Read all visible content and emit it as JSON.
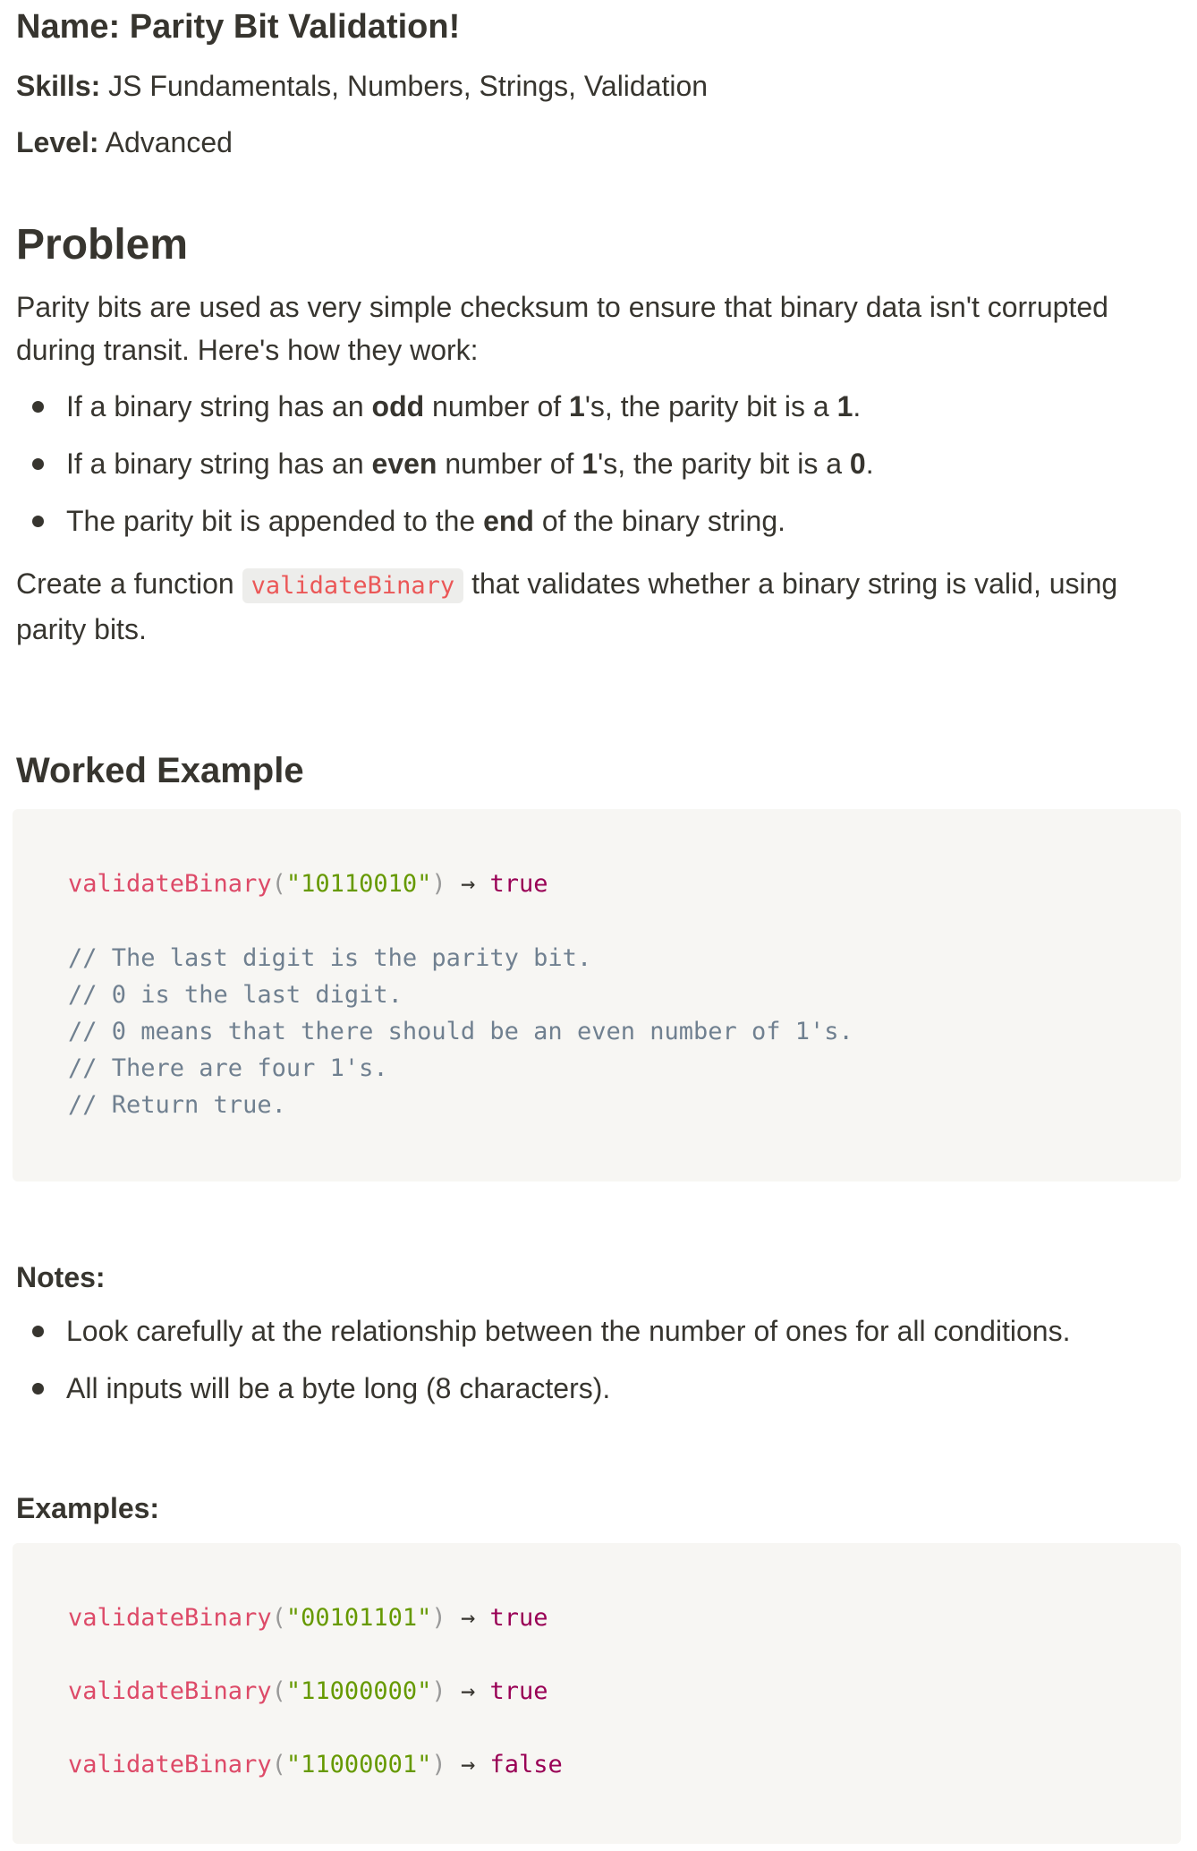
{
  "meta": {
    "name_label": "Name:",
    "name_value": "Parity Bit Validation!",
    "skills_label": "Skills:",
    "skills_value": "JS Fundamentals, Numbers, Strings, Validation",
    "level_label": "Level:",
    "level_value": "Advanced"
  },
  "problem": {
    "heading": "Problem",
    "intro": "Parity bits are used as very simple checksum to ensure that binary data isn't corrupted during transit. Here's how they work:",
    "bullets": [
      {
        "pre": "If a binary string has an ",
        "b1": "odd",
        "mid": " number of ",
        "b2": "1",
        "mid2": "'s, the parity bit is a ",
        "b3": "1",
        "post": "."
      },
      {
        "pre": "If a binary string has an ",
        "b1": "even",
        "mid": " number of ",
        "b2": "1",
        "mid2": "'s, the parity bit is a ",
        "b3": "0",
        "post": "."
      },
      {
        "pre": "The parity bit is appended to the ",
        "b1": "end",
        "post": " of the binary string."
      }
    ],
    "task_pre": "Create a function ",
    "task_code": "validateBinary",
    "task_post": " that validates whether a binary string is valid, using parity bits."
  },
  "worked_example": {
    "heading": "Worked Example",
    "call": {
      "fn": "validateBinary",
      "open": "(",
      "arg": "\"10110010\"",
      "close": ")",
      "arrow": "→",
      "result": "true"
    },
    "comments": [
      "// The last digit is the parity bit.",
      "// 0 is the last digit.",
      "// 0 means that there should be an even number of 1's.",
      "// There are four 1's.",
      "// Return true."
    ]
  },
  "notes": {
    "heading": "Notes:",
    "items": [
      "Look carefully at the relationship between the number of ones for all conditions.",
      "All inputs will be a byte long (8 characters)."
    ]
  },
  "examples": {
    "heading": "Examples:",
    "items": [
      {
        "fn": "validateBinary",
        "open": "(",
        "arg": "\"00101101\"",
        "close": ")",
        "arrow": "→",
        "result": "true"
      },
      {
        "fn": "validateBinary",
        "open": "(",
        "arg": "\"11000000\"",
        "close": ")",
        "arrow": "→",
        "result": "true"
      },
      {
        "fn": "validateBinary",
        "open": "(",
        "arg": "\"11000001\"",
        "close": ")",
        "arrow": "→",
        "result": "false"
      }
    ]
  }
}
